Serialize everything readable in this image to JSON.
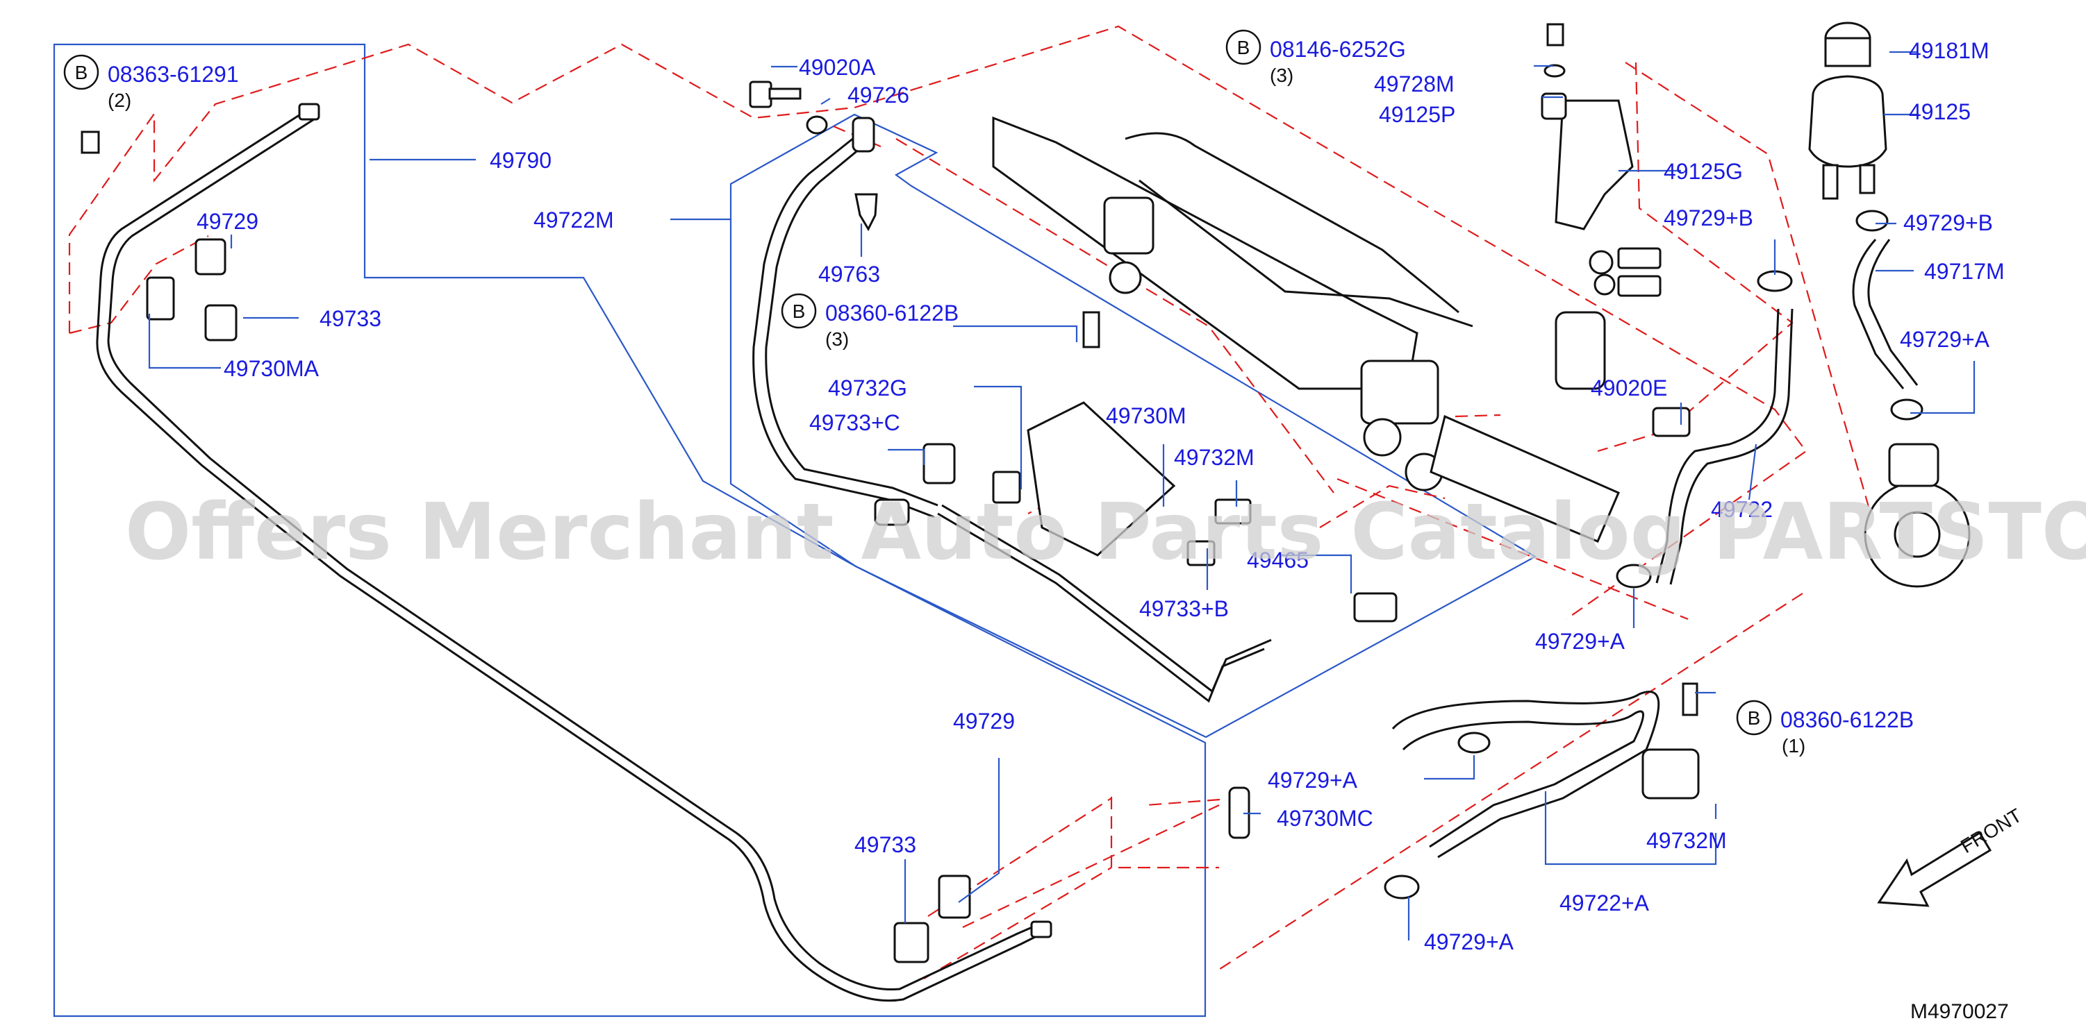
{
  "watermark": "Offers Merchant Auto Parts Catalog PARTSTORE.cA",
  "diagram_code": "M4970027",
  "front_label": "FRONT",
  "bolt_callouts": [
    {
      "mark": "B",
      "part": "08363-61291",
      "qty": "(2)"
    },
    {
      "mark": "B",
      "part": "08146-6252G",
      "qty": "(3)"
    },
    {
      "mark": "B",
      "part": "08360-6122B",
      "qty": "(3)"
    },
    {
      "mark": "B",
      "part": "08360-6122B",
      "qty": "(1)"
    }
  ],
  "part_labels": [
    "49790",
    "49729",
    "49733",
    "49730MA",
    "49722M",
    "49020A",
    "49726",
    "49763",
    "49732G",
    "49733+C",
    "49730M",
    "49732M",
    "49733+B",
    "49465",
    "49728M",
    "49125P",
    "49125G",
    "49729+B",
    "49181M",
    "49125",
    "49729+B",
    "49717M",
    "49729+A",
    "49020E",
    "49722",
    "49729+A",
    "49729",
    "49733",
    "49729+A",
    "49730MC",
    "49732M",
    "49722+A",
    "49729+A"
  ]
}
